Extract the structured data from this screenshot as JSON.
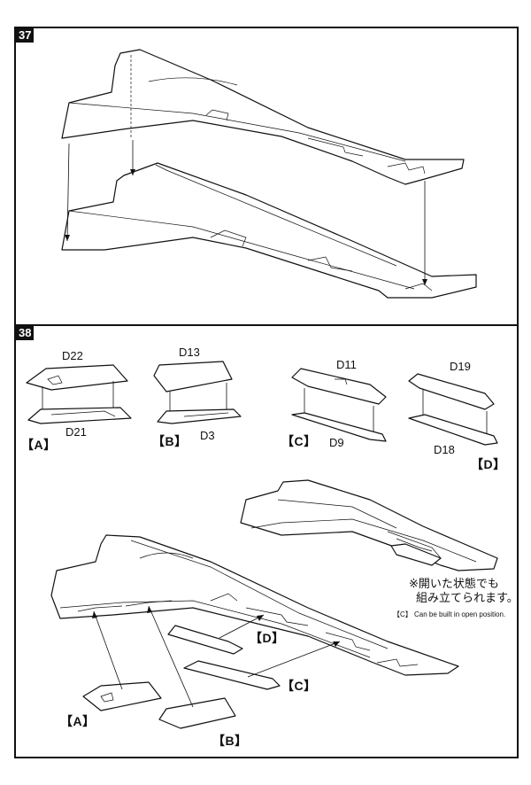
{
  "steps": [
    {
      "number": "37"
    },
    {
      "number": "38"
    }
  ],
  "parts": {
    "d22": "D22",
    "d21": "D21",
    "d13": "D13",
    "d3": "D3",
    "d11": "D11",
    "d9": "D9",
    "d19": "D19",
    "d18": "D18"
  },
  "groups": {
    "a": "【A】",
    "b": "【B】",
    "c": "【C】",
    "d": "【D】"
  },
  "note": {
    "jp_line1": "※開いた状態でも",
    "jp_line2": "組み立てられます。",
    "en": "【C】 Can be built in open position."
  }
}
